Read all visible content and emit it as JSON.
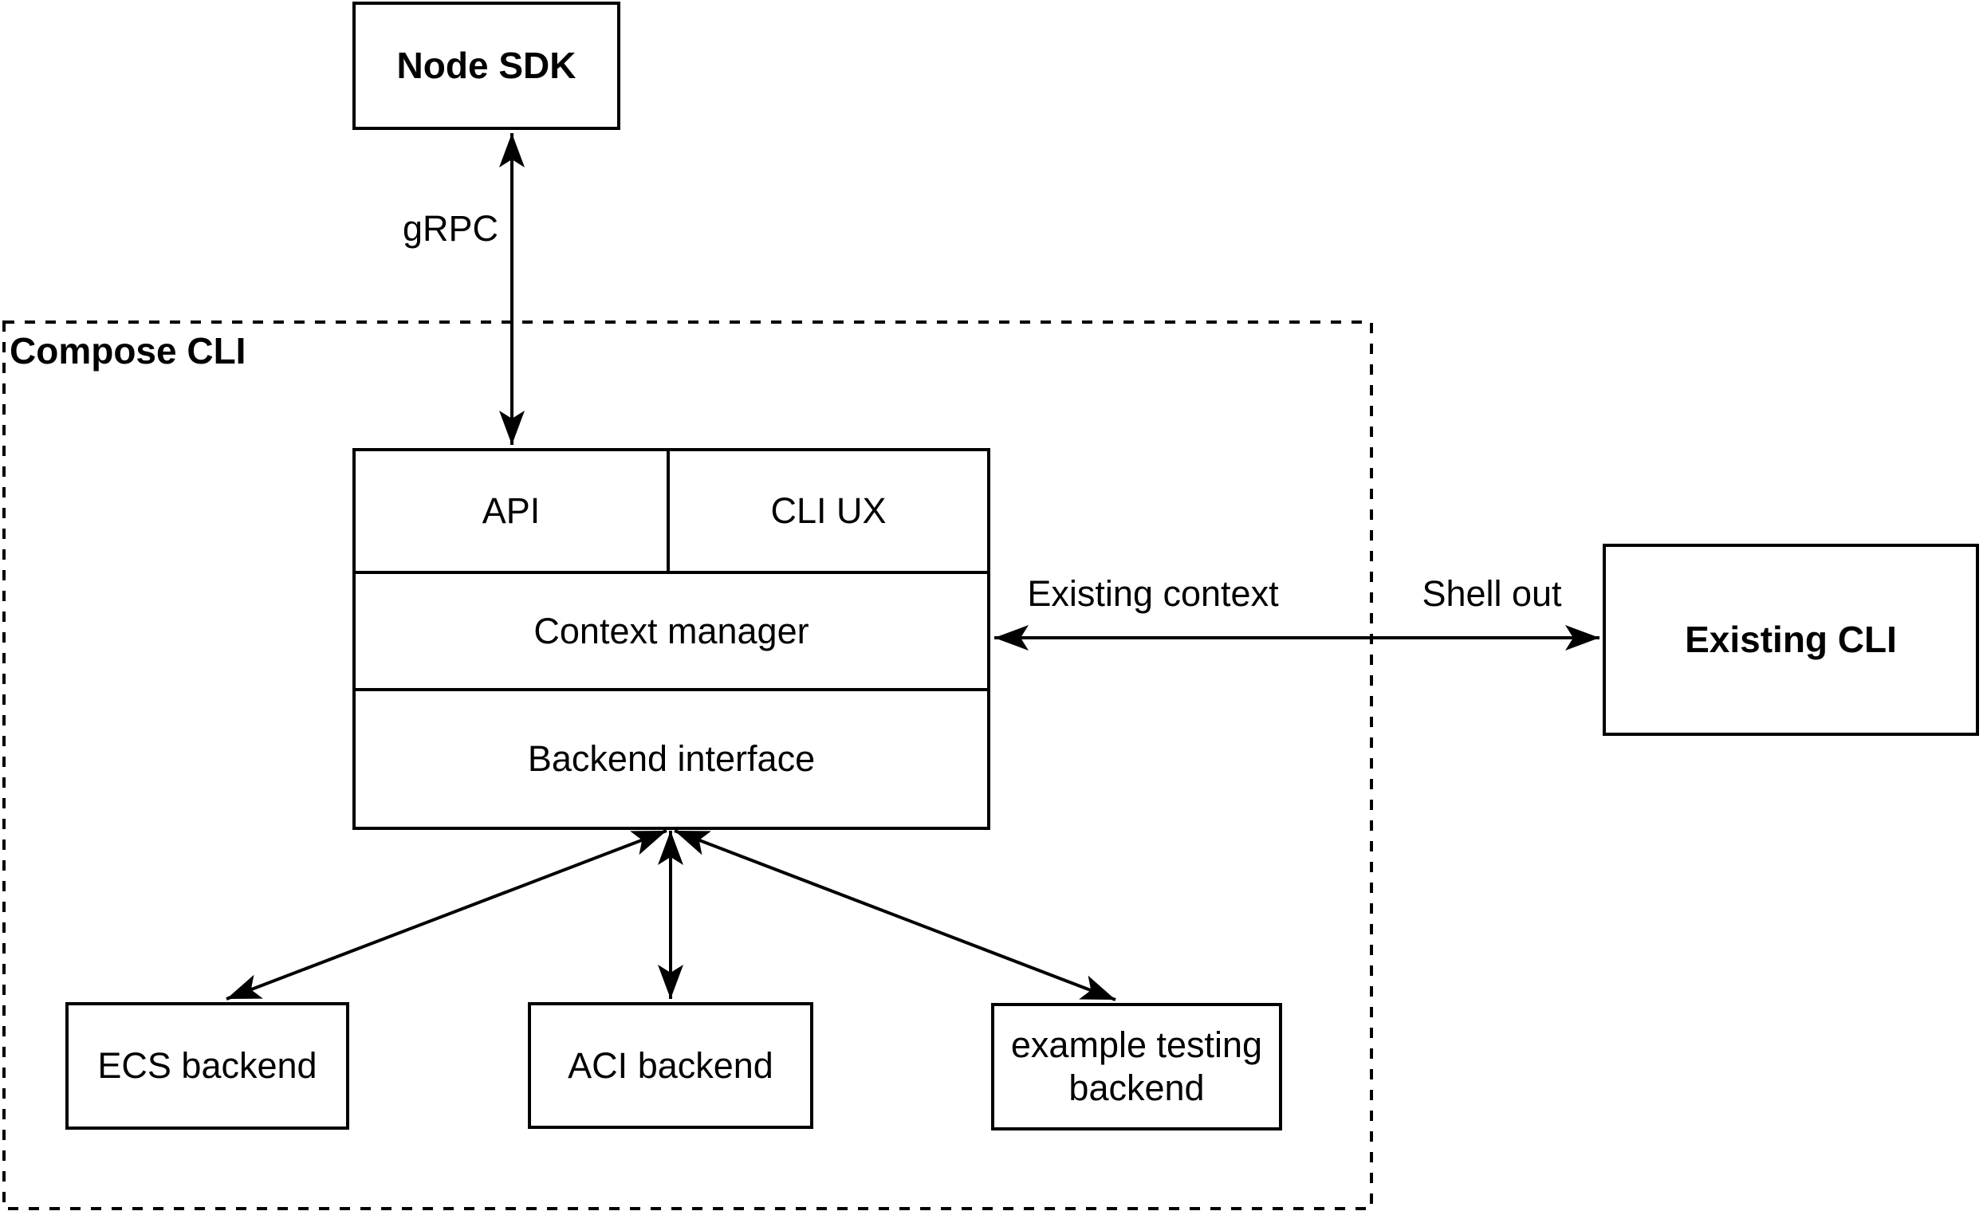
{
  "canvas": {
    "background": "#ffffff",
    "line_color": "#000000"
  },
  "container": {
    "compose_cli": {
      "label": "Compose CLI"
    }
  },
  "nodes": {
    "node_sdk": {
      "label": "Node SDK"
    },
    "api": {
      "label": "API"
    },
    "cli_ux": {
      "label": "CLI UX"
    },
    "context_manager": {
      "label": "Context manager"
    },
    "backend_interface": {
      "label": "Backend interface"
    },
    "existing_cli": {
      "label": "Existing CLI"
    },
    "ecs_backend": {
      "label": "ECS backend"
    },
    "aci_backend": {
      "label": "ACI backend"
    },
    "example_testing_backend": {
      "label": "example testing backend"
    }
  },
  "edges": {
    "grpc": {
      "label": "gRPC",
      "from": "Node SDK",
      "to": "API",
      "bidirectional": true
    },
    "existing_context": {
      "label": "Existing context",
      "from": "Context manager",
      "to": "Existing CLI",
      "bidirectional": true
    },
    "shell_out": {
      "label": "Shell out",
      "from": "Context manager",
      "to": "Existing CLI",
      "bidirectional": true
    },
    "backend_to_ecs": {
      "from": "Backend interface",
      "to": "ECS backend",
      "bidirectional": true
    },
    "backend_to_aci": {
      "from": "Backend interface",
      "to": "ACI backend",
      "bidirectional": true
    },
    "backend_to_example_testing": {
      "from": "Backend interface",
      "to": "example testing backend",
      "bidirectional": true
    }
  }
}
